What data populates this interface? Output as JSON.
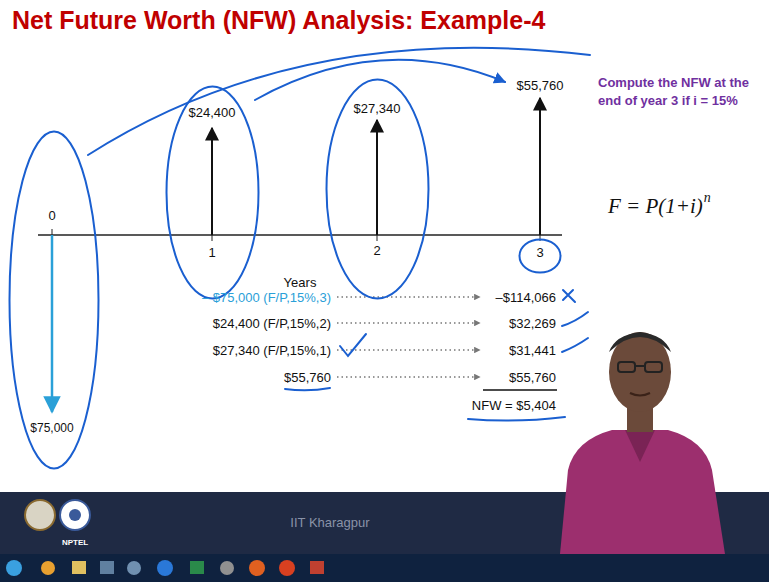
{
  "diagram": {
    "title": "Net Future Worth (NFW) Analysis: Example-4",
    "nodes": [
      {
        "text": [
          "0",
          "$75,000"
        ]
      },
      {
        "text": [
          "$24,400",
          "1"
        ]
      },
      {
        "text": [
          "$27,340",
          "2"
        ]
      },
      {
        "text": [
          "3"
        ]
      }
    ],
    "labels": [
      "$55,760",
      "Compute the NFW at the end of year 3 if i = 15%",
      "F = P(1+i)",
      "n",
      "Years",
      "– $75,000 (F/P,15%,3)",
      "$24,400 (F/P,15%,2)",
      "$27,340 (F/P,15%,1)",
      "$55,760",
      "–$114,066",
      "$32,269",
      "$31,441",
      "$55,760",
      "NFW = $5,404",
      "NPTEL",
      "IIT Kharagpur"
    ]
  }
}
